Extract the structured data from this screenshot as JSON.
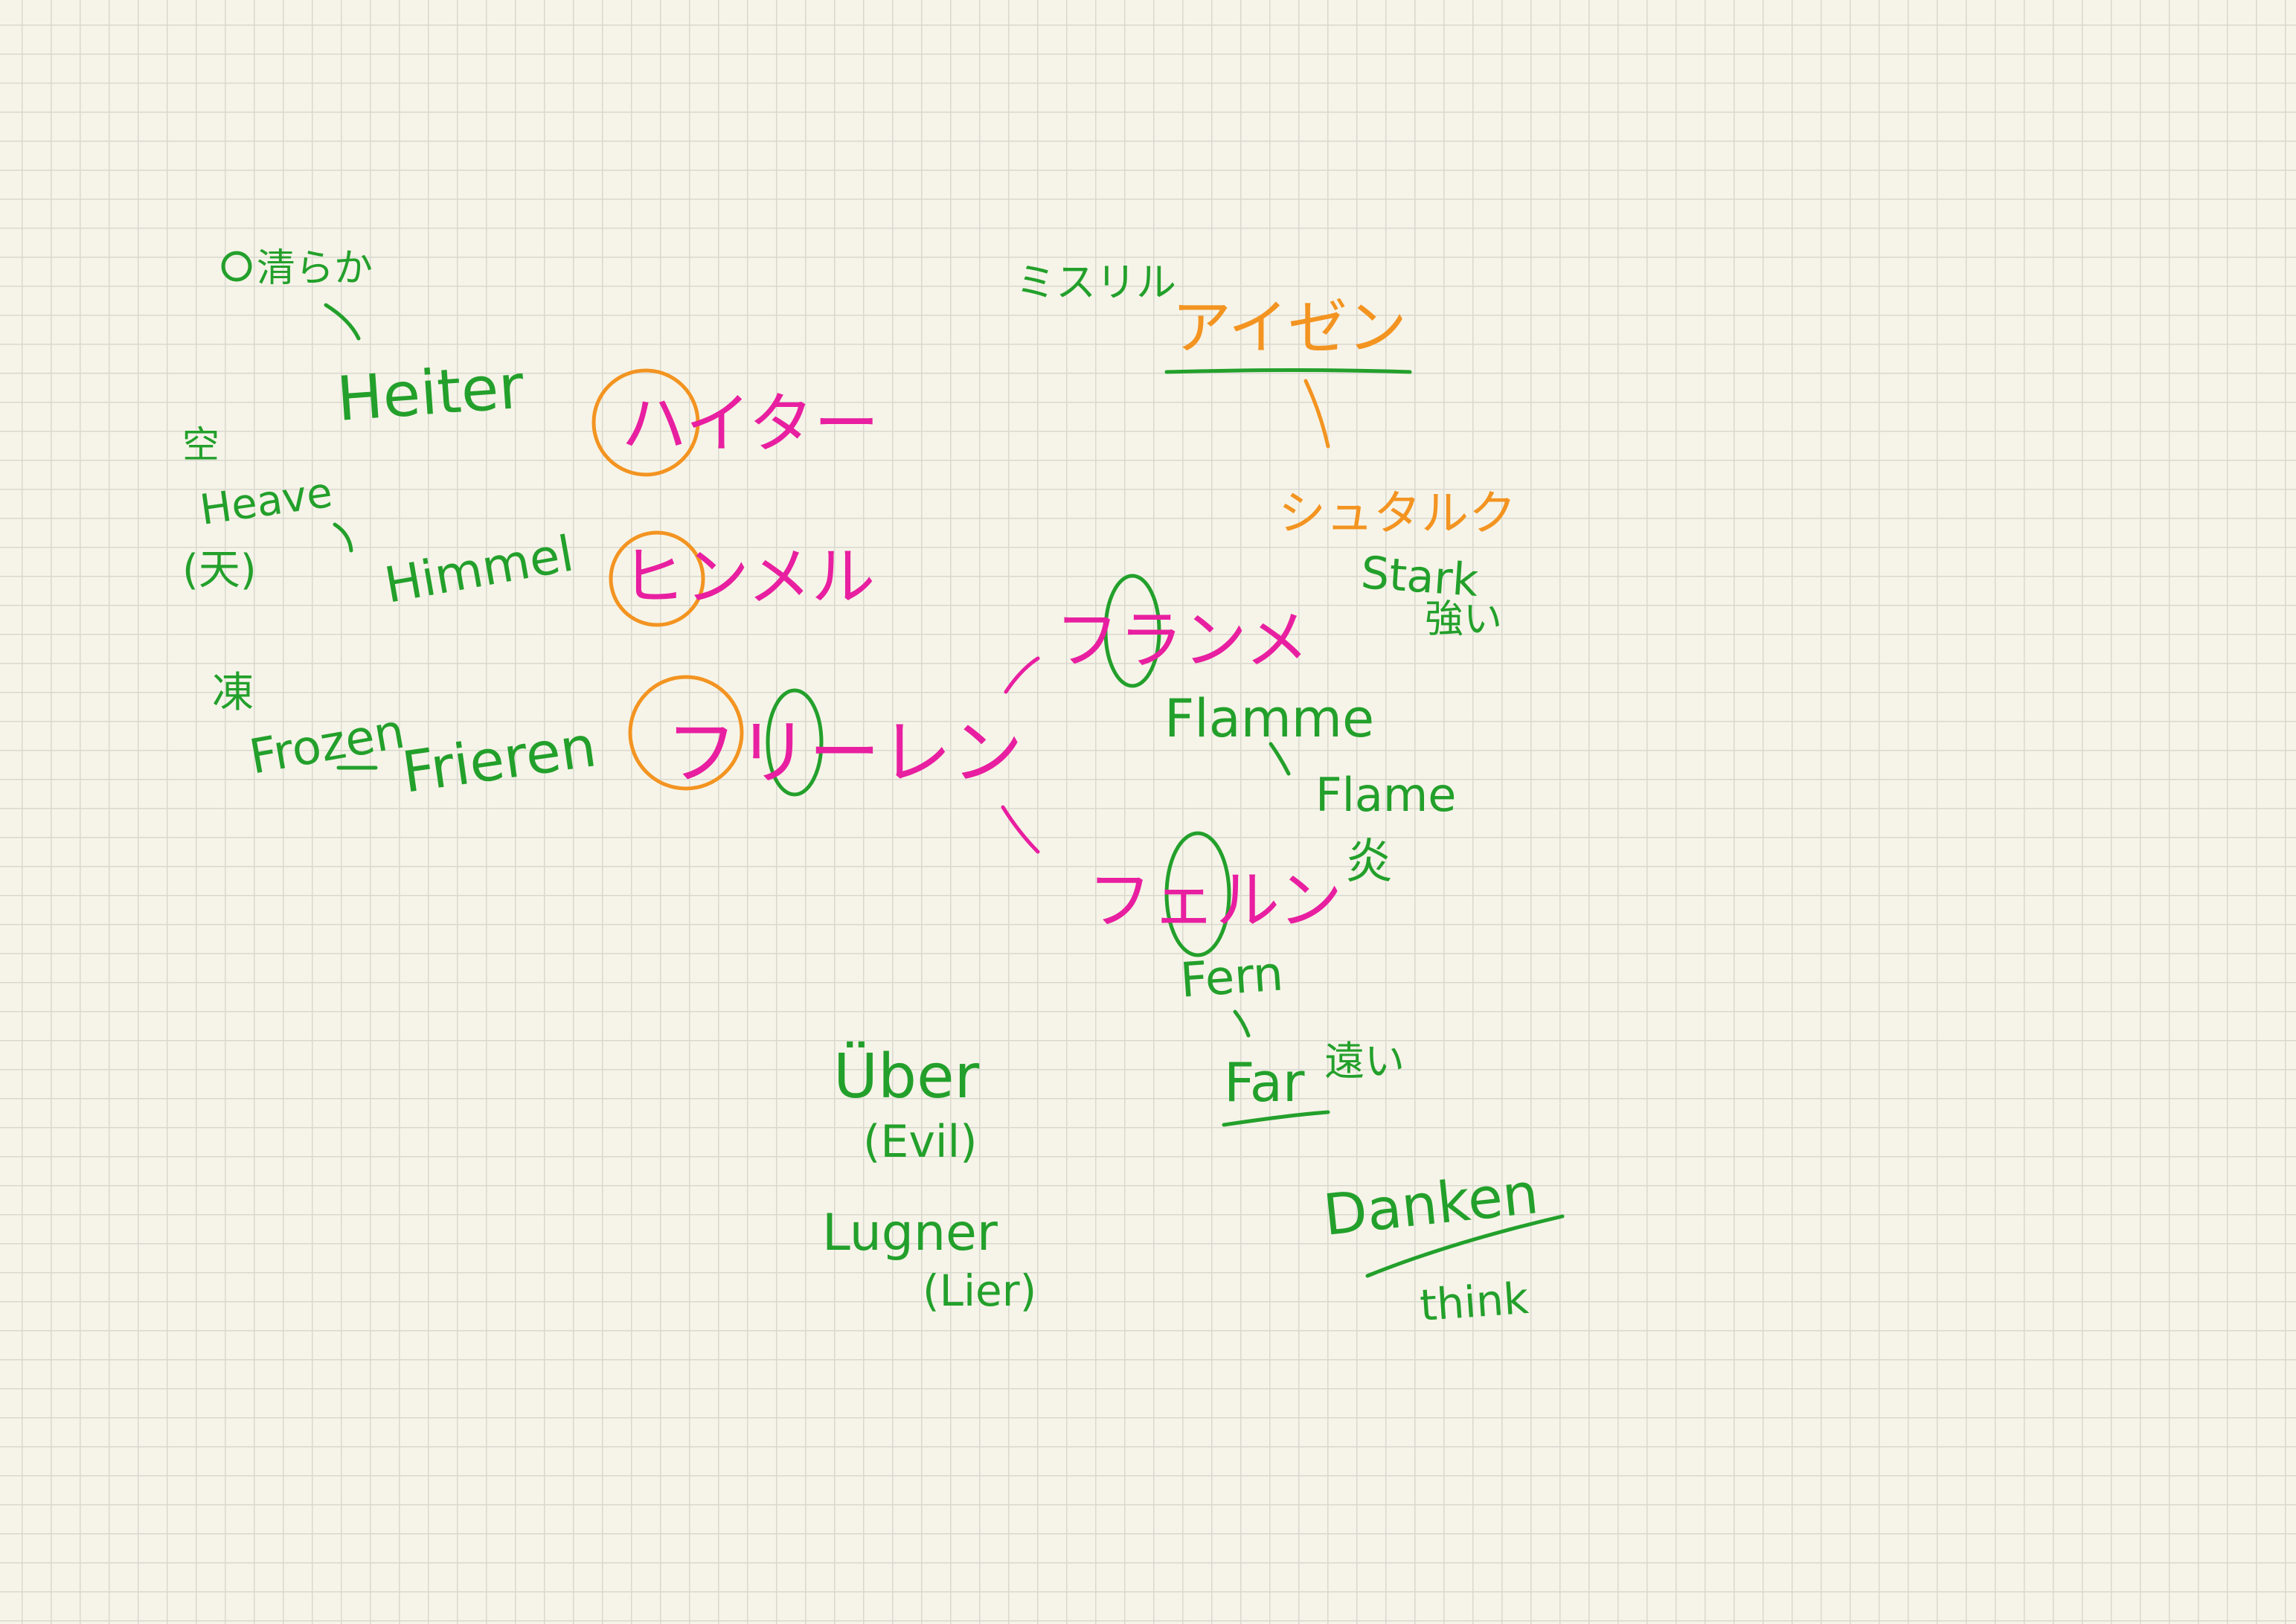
{
  "words": {
    "heiter": "Heiter",
    "heiter_kanji": "清らか",
    "heiter_kana": "ハイター",
    "heaven_kanji": "空",
    "heave": "Heave",
    "heave_kanji": "(天)",
    "himmel": "Himmel",
    "himmel_kana": "ヒンメル",
    "frozen_kanji": "凍",
    "frozen": "Frozen",
    "frieren": "Frieren",
    "frieren_kana": "フリーレン",
    "flamme_kana": "フランメ",
    "flamme": "Flamme",
    "flame": "Flame",
    "flame_kanji": "炎",
    "fern_kana": "フェルン",
    "fern": "Fern",
    "far": "Far",
    "far_kanji": "遠い",
    "eisen_hint": "ミスリル",
    "eisen_kana": "アイゼン",
    "stark_kana": "シュタルク",
    "stark": "Stark",
    "stark_kanji": "強い",
    "ubel": "Über",
    "ubel_meaning": "(Evil)",
    "lugner": "Lugner",
    "lugner_meaning": "(Lier)",
    "denken": "Danken",
    "denken_meaning": "think"
  },
  "colors": {
    "english": "#23a02b",
    "katakana": "#e81fa0",
    "highlight": "#f39421",
    "paper": "#f6f4e8",
    "grid": "#d9d8cf"
  }
}
